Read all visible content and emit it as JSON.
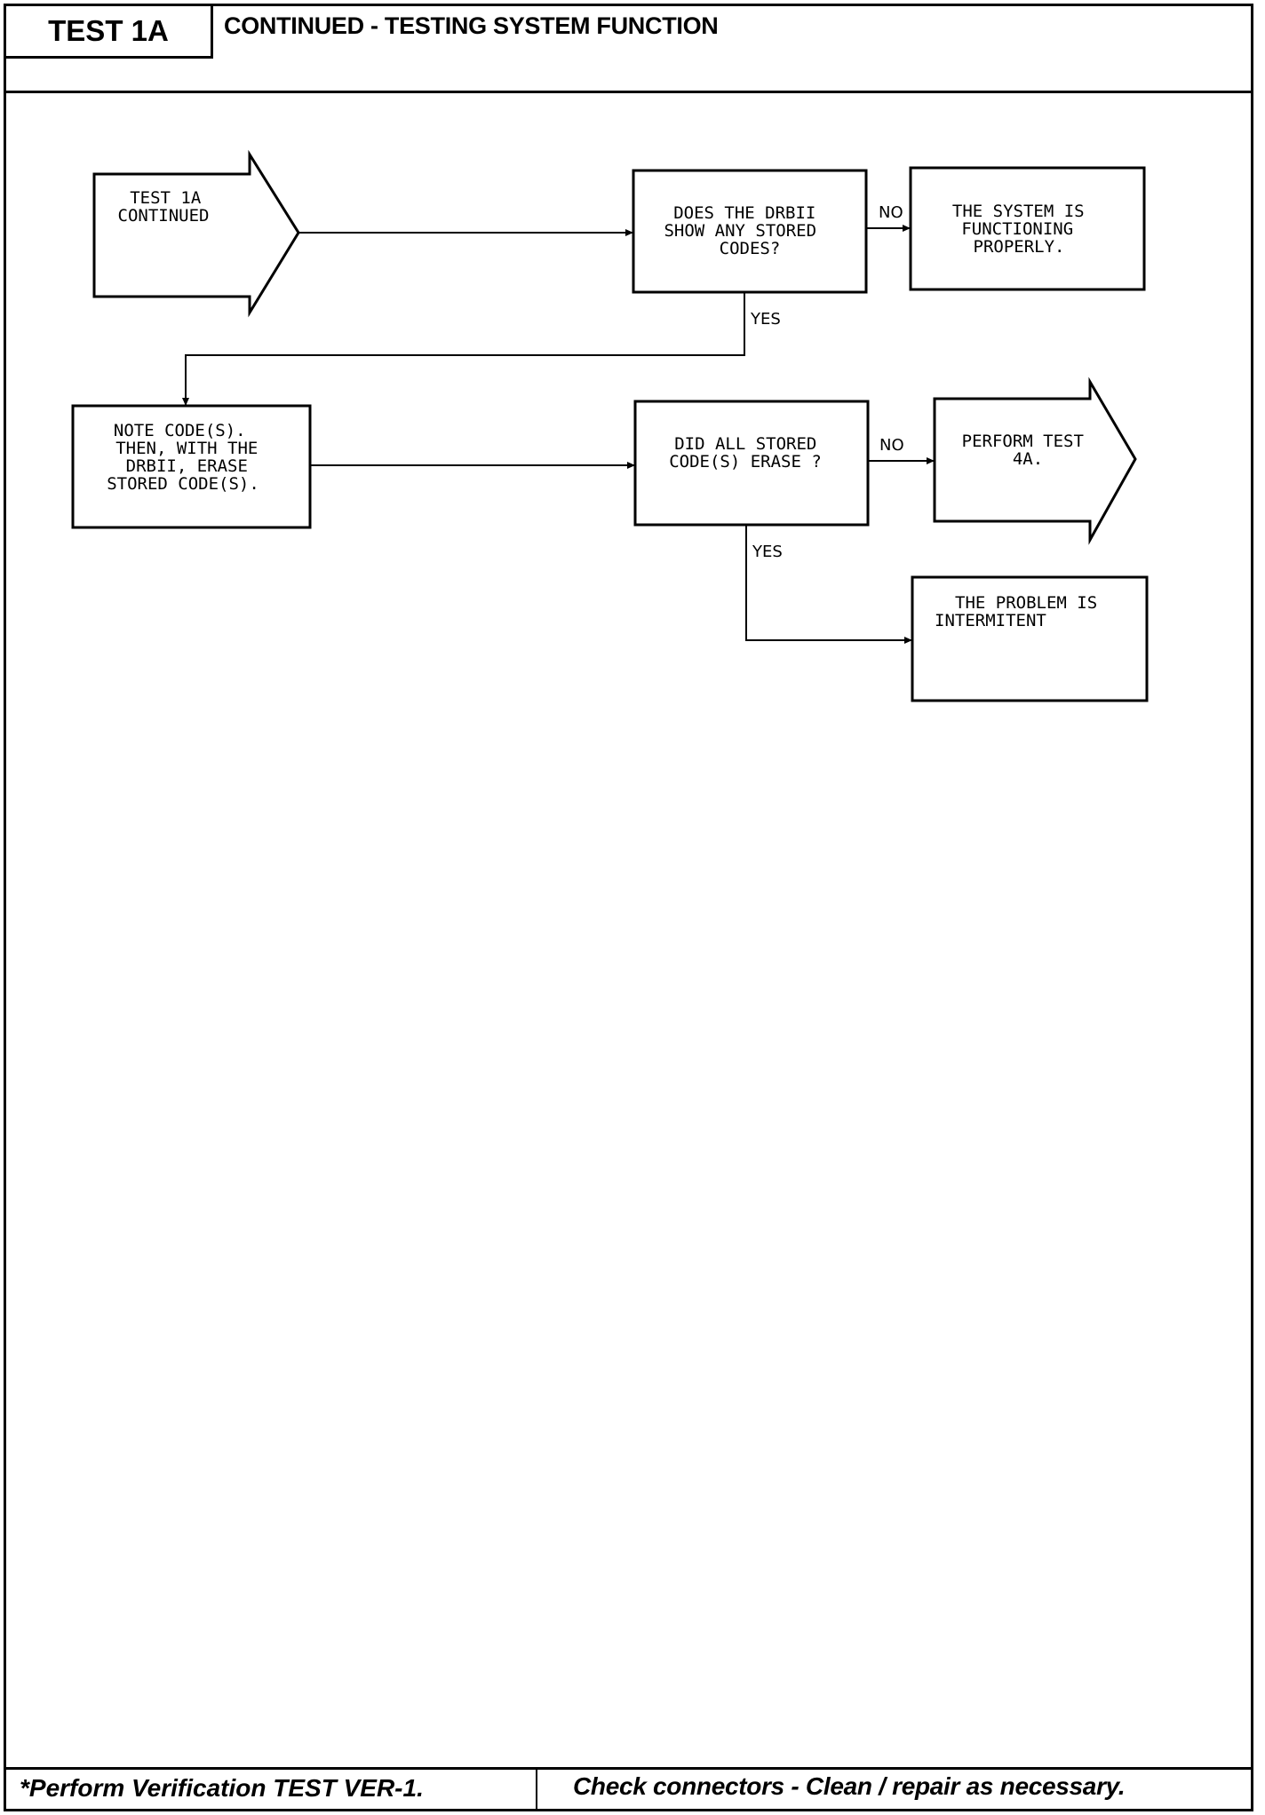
{
  "header": {
    "test_id": "TEST 1A",
    "title": "CONTINUED - TESTING SYSTEM FUNCTION"
  },
  "flowchart": {
    "start_arrow": [
      "TEST 1A",
      "CONTINUED"
    ],
    "decision_1": [
      "DOES THE DRBII",
      "SHOW ANY STORED",
      "CODES?"
    ],
    "result_functioning": [
      "THE SYSTEM IS",
      "FUNCTIONING",
      "PROPERLY."
    ],
    "action_note_codes": [
      "NOTE CODE(S).",
      "THEN, WITH THE",
      "DRBII, ERASE",
      "STORED CODE(S)."
    ],
    "decision_2": [
      "DID ALL STORED",
      "CODE(S) ERASE ?"
    ],
    "perform_arrow": [
      "PERFORM TEST",
      "4A."
    ],
    "result_intermittent": [
      "THE PROBLEM IS",
      "INTERMITENT"
    ],
    "labels": {
      "no_1": "NO",
      "yes_1": "YES",
      "no_2": "NO",
      "yes_2": "YES"
    }
  },
  "footer": {
    "verification": "*Perform Verification TEST VER-1.",
    "connectors": "Check connectors - Clean / repair as necessary."
  }
}
